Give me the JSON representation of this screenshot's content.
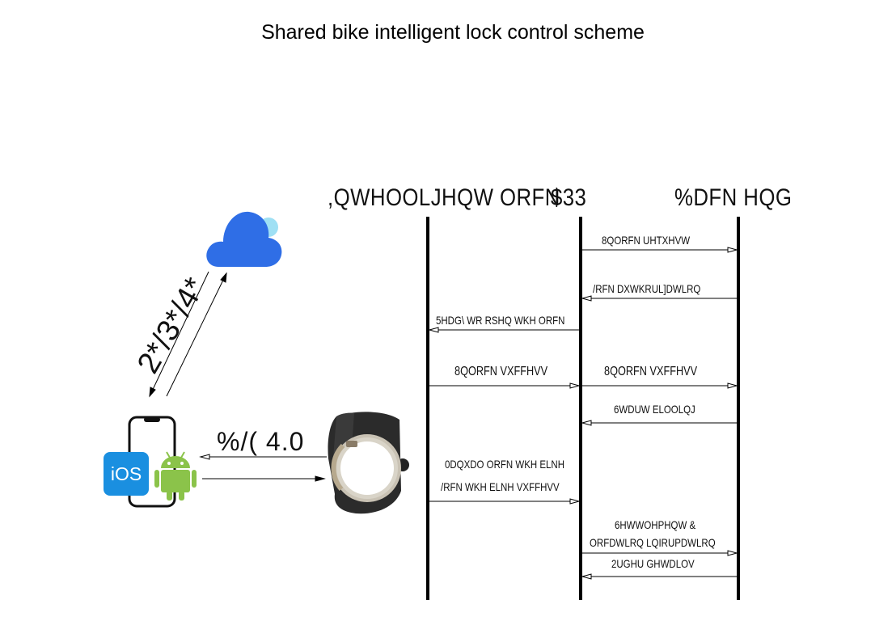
{
  "title": "Shared bike intelligent lock control scheme",
  "lanes": {
    "lock": ",QWHOOLJHQW ORFN",
    "app": "$33",
    "backend": "%DFN HQG"
  },
  "protocol_label": "2*/3*/4*",
  "ble_label": "%/( 4.0",
  "phone": {
    "ios_badge": "iOS"
  },
  "messages": [
    {
      "text": "8QORFN UHTXHVW",
      "from": "app",
      "to": "backend"
    },
    {
      "text": "/RFN DXWKRUL]DWLRQ",
      "from": "backend",
      "to": "app"
    },
    {
      "text": "5HDG\\ WR RSHQ WKH ORFN",
      "from": "app",
      "to": "lock"
    },
    {
      "text": "8QORFN VXFFHVV",
      "from": "lock",
      "to": "app"
    },
    {
      "text": "8QORFN VXFFHVV",
      "from": "app",
      "to": "backend"
    },
    {
      "text": "6WDUW ELOOLQJ",
      "from": "backend",
      "to": "app"
    },
    {
      "text": "0DQXDO ORFN WKH ELNH",
      "from": "lock",
      "to": "app"
    },
    {
      "text": "/RFN WKH ELNH VXFFHVV",
      "from": "lock",
      "to": "app"
    },
    {
      "text": "6HWWOHPHQW &",
      "from": "app",
      "to": "backend"
    },
    {
      "text": "ORFDWLRQ LQIRUPDWLRQ",
      "from": "app",
      "to": "backend"
    },
    {
      "text": "2UGHU GHWDLOV",
      "from": "backend",
      "to": "app"
    }
  ],
  "colors": {
    "cloud": "#2f6ee6",
    "cloud_accent": "#9fe0f4",
    "ios": "#1a8fe0",
    "android": "#8bc34a",
    "lock_body": "#2b2b2b",
    "lock_ring": "#c9c2b4"
  },
  "icons": [
    "cloud-icon",
    "smartphone-icon",
    "ios-icon",
    "android-icon",
    "smart-lock-icon"
  ]
}
